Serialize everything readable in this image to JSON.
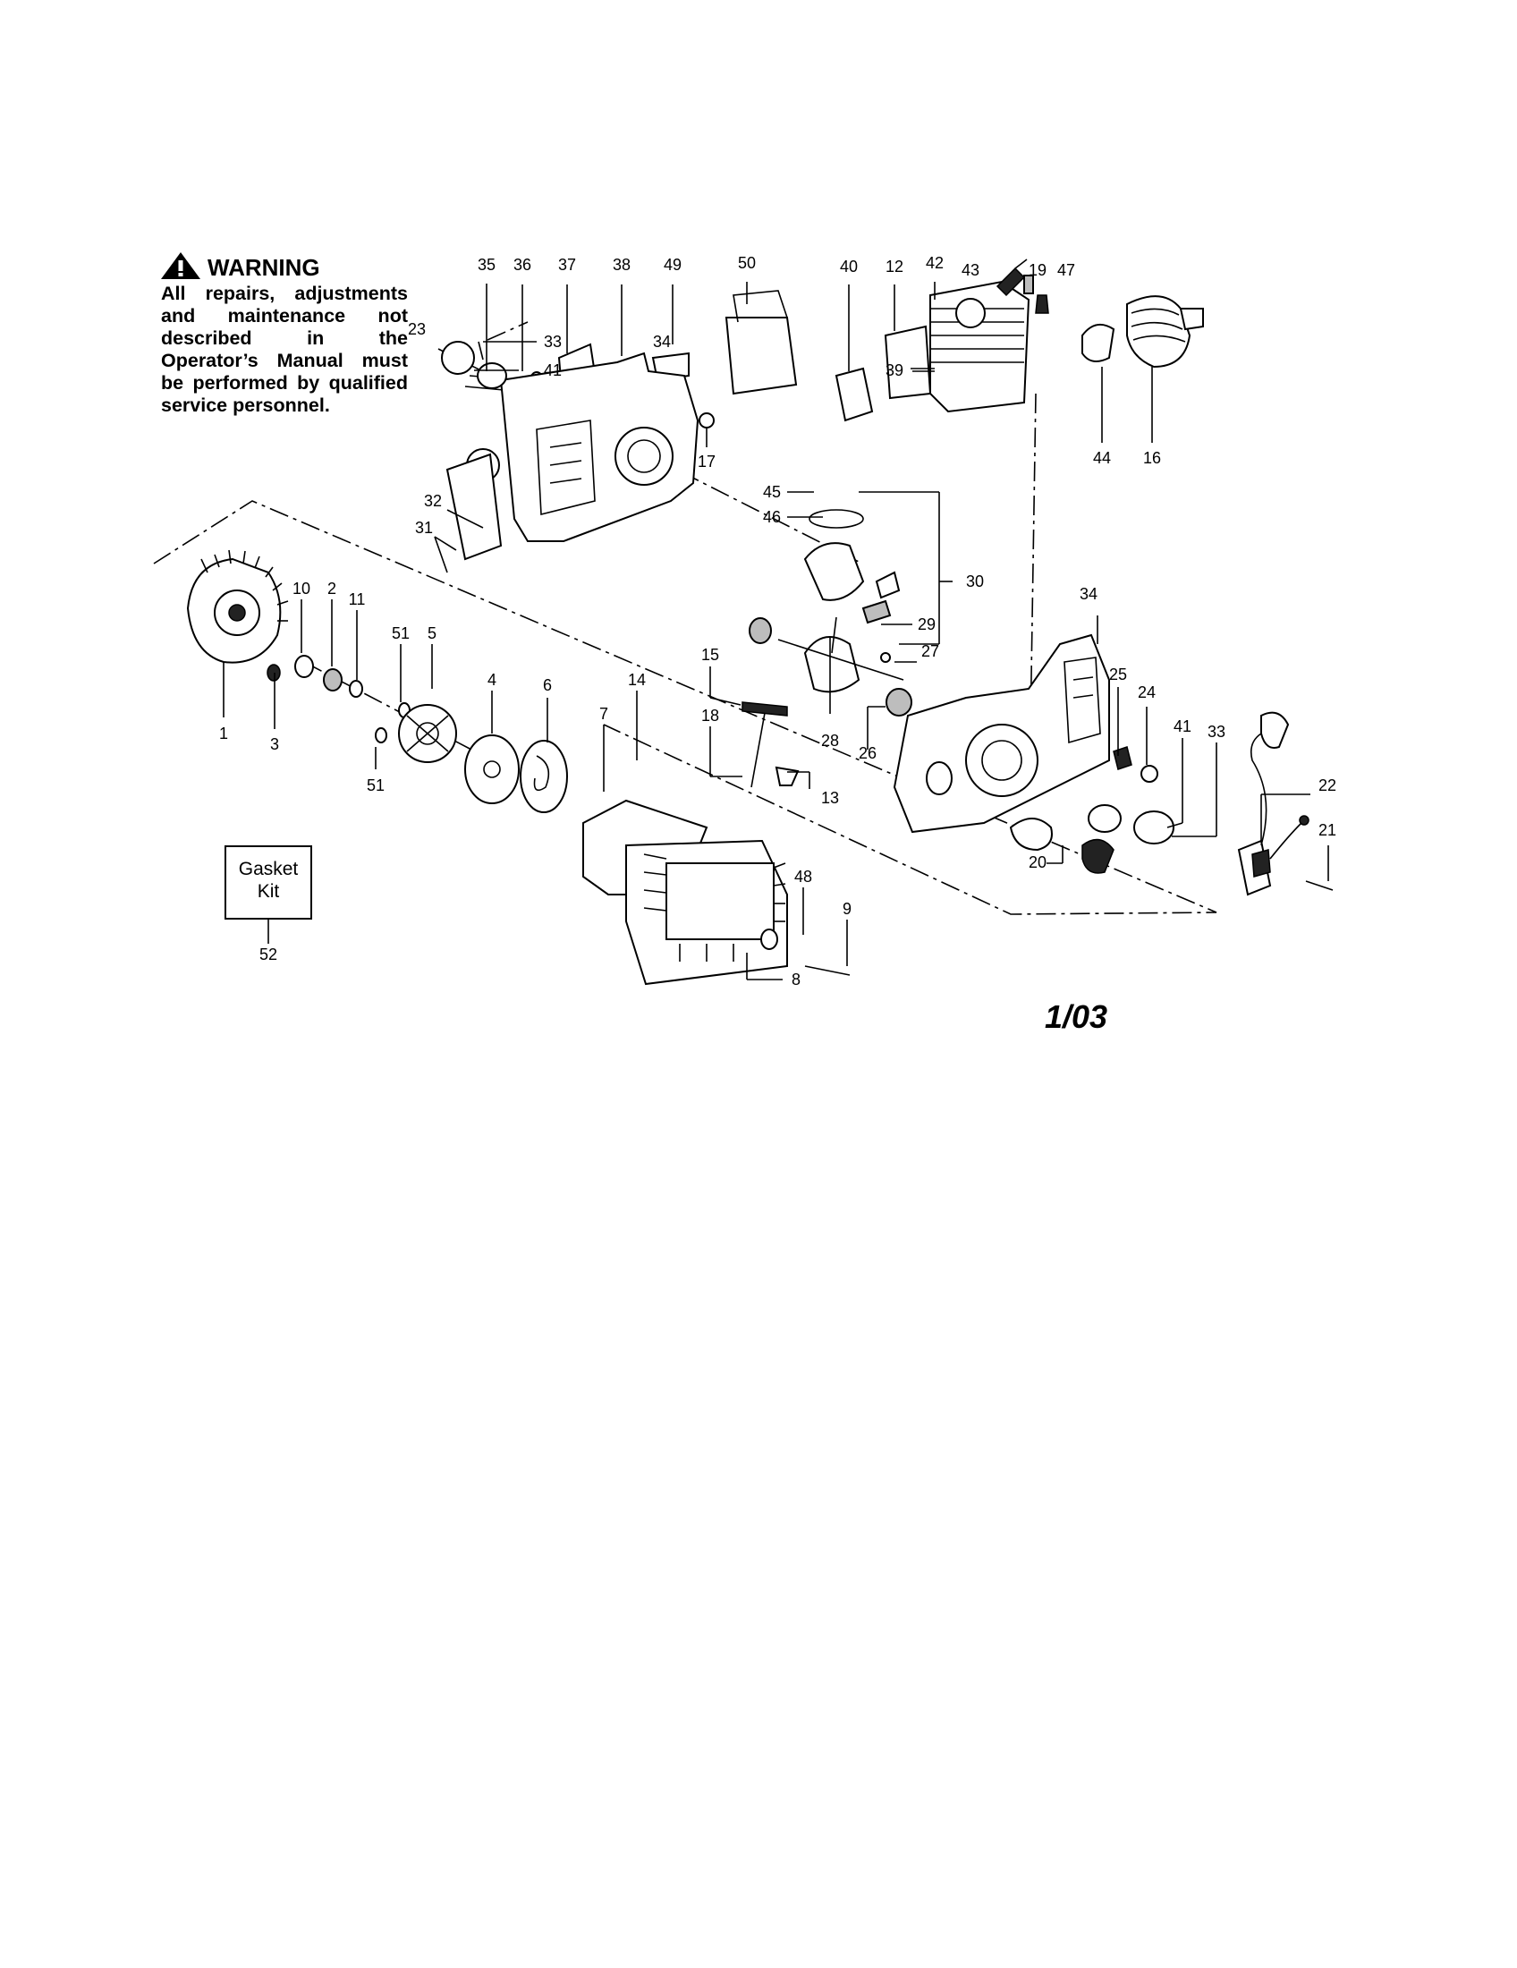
{
  "warning": {
    "title": "WARNING",
    "body": "All repairs, adjustments and maintenance not described in the Operator’s Manual must be performed by qualified service personnel."
  },
  "gasket_kit": {
    "line1": "Gasket",
    "line2": "Kit",
    "number": "52"
  },
  "date": "1/03",
  "callouts": [
    "35",
    "36",
    "37",
    "38",
    "49",
    "50",
    "40",
    "12",
    "42",
    "43",
    "19",
    "47",
    "44",
    "16",
    "23",
    "33",
    "41",
    "34",
    "17",
    "39",
    "45",
    "46",
    "30",
    "29",
    "32",
    "31",
    "10",
    "2",
    "11",
    "51",
    "5",
    "4",
    "6",
    "1",
    "3",
    "51",
    "27",
    "15",
    "28",
    "26",
    "18",
    "14",
    "7",
    "13",
    "34",
    "25",
    "24",
    "41",
    "33",
    "22",
    "21",
    "20",
    "48",
    "9",
    "8"
  ]
}
